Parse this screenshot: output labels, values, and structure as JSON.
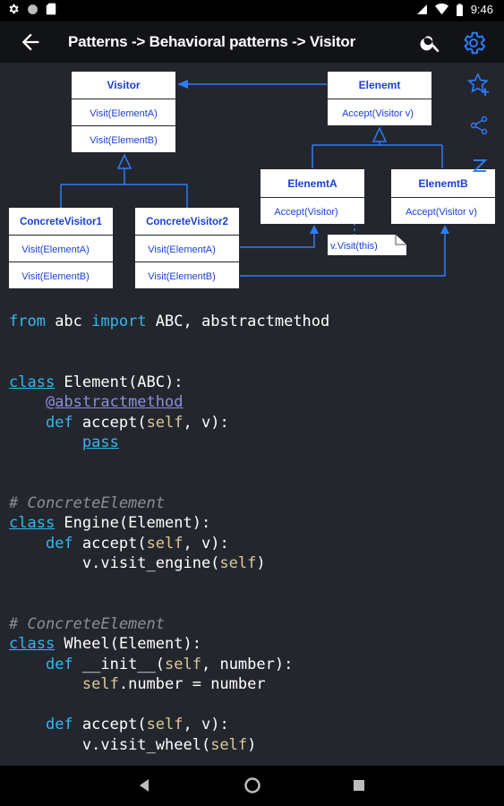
{
  "status_bar": {
    "time": "9:46"
  },
  "app_bar": {
    "title": "Patterns -> Behavioral patterns -> Visitor"
  },
  "diagram": {
    "visitor": {
      "name": "Visitor",
      "methods": [
        "Visit(ElementA)",
        "Visit(ElementB)"
      ]
    },
    "concrete_visitor_1": {
      "name": "ConcreteVisitor1",
      "methods": [
        "Visit(ElementA)",
        "Visit(ElementB)"
      ]
    },
    "concrete_visitor_2": {
      "name": "ConcreteVisitor2",
      "methods": [
        "Visit(ElementA)",
        "Visit(ElementB)"
      ]
    },
    "element": {
      "name": "Elenemt",
      "method": "Accept(Visitor v)"
    },
    "element_a": {
      "name": "ElenemtA",
      "method": "Accept(Visitor)"
    },
    "element_b": {
      "name": "ElenemtB",
      "method": "Accept(Visitor v)"
    },
    "note": "v.Visit(this)"
  },
  "code": {
    "line1": {
      "kw1": "from",
      "t1": " abc ",
      "kw2": "import",
      "t2": " ABC, abstractmethod"
    },
    "line2": {
      "kw": "class",
      "t": " Element(ABC):"
    },
    "line3": {
      "indent": "    ",
      "deco": "@abstractmethod"
    },
    "line4": {
      "indent": "    ",
      "kw": "def",
      "t1": " accept(",
      "self": "self",
      "t2": ", v):"
    },
    "line5": {
      "indent": "        ",
      "kw": "pass"
    },
    "line6": {
      "comment": "# ConcreteElement"
    },
    "line7": {
      "kw": "class",
      "t": " Engine(Element):"
    },
    "line8": {
      "indent": "    ",
      "kw": "def",
      "t1": " accept(",
      "self": "self",
      "t2": ", v):"
    },
    "line9": {
      "indent": "        ",
      "t1": "v.visit_engine(",
      "self": "self",
      "t2": ")"
    },
    "line10": {
      "comment": "# ConcreteElement"
    },
    "line11": {
      "kw": "class",
      "t": " Wheel(Element):"
    },
    "line12": {
      "indent": "    ",
      "kw": "def",
      "t1": " __init__(",
      "self": "self",
      "t2": ", number):"
    },
    "line13": {
      "indent": "        ",
      "self": "self",
      "t": ".number = number"
    },
    "line14": {
      "indent": "    ",
      "kw": "def",
      "t1": " accept(",
      "self": "self",
      "t2": ", v):"
    },
    "line15": {
      "indent": "        ",
      "t1": "v.visit_wheel(",
      "self": "self",
      "t2": ")"
    }
  },
  "colors": {
    "background": "#24262e",
    "app_bar": "#121317",
    "accent": "#2f7cf6",
    "diagram_text": "#1a3fd8",
    "keyword": "#33b8ee",
    "comment": "#8e8e94",
    "decorator": "#8b8fd8",
    "self": "#d9c99a"
  },
  "icons": {
    "back": "arrow-left-icon",
    "search": "search-icon",
    "settings": "gear-icon",
    "favorite": "star-add-icon",
    "share": "share-icon",
    "sleep": "sleep-z-icon"
  }
}
